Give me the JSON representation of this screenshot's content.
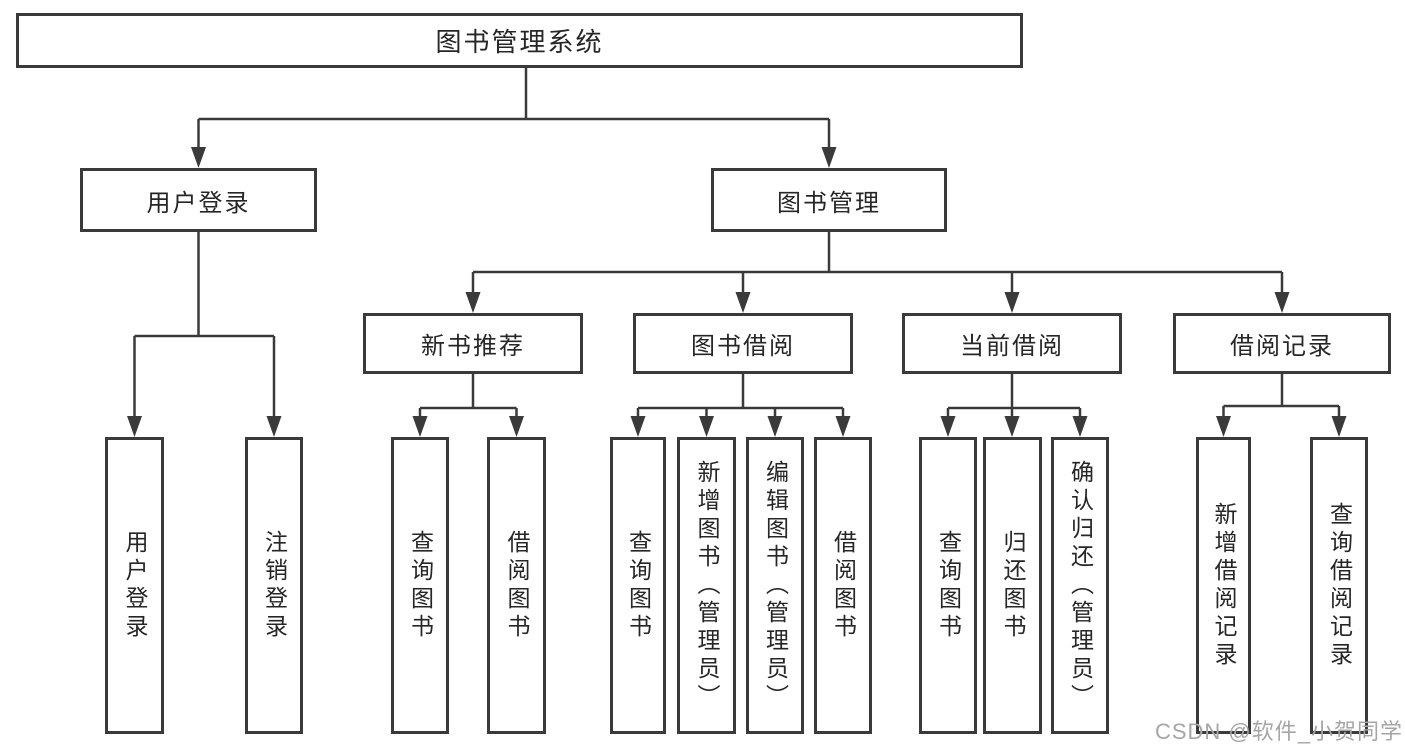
{
  "tree": {
    "root": "图书管理系统",
    "branches": [
      {
        "label": "用户登录",
        "leaves": [
          "用户登录",
          "注销登录"
        ]
      },
      {
        "label": "图书管理",
        "groups": [
          {
            "label": "新书推荐",
            "leaves": [
              "查询图书",
              "借阅图书"
            ]
          },
          {
            "label": "图书借阅",
            "leaves": [
              "查询图书",
              "新增图书（管理员）",
              "编辑图书（管理员）",
              "借阅图书"
            ]
          },
          {
            "label": "当前借阅",
            "leaves": [
              "查询图书",
              "归还图书",
              "确认归还（管理员）"
            ]
          },
          {
            "label": "借阅记录",
            "leaves": [
              "新增借阅记录",
              "查询借阅记录"
            ]
          }
        ]
      }
    ]
  },
  "watermark": "CSDN @软件_小贺同学",
  "colors": {
    "line": "#3a3a3a",
    "border": "#3a3a3a",
    "text": "#262626",
    "background": "#ffffff",
    "watermark": "#a6a6a6"
  }
}
